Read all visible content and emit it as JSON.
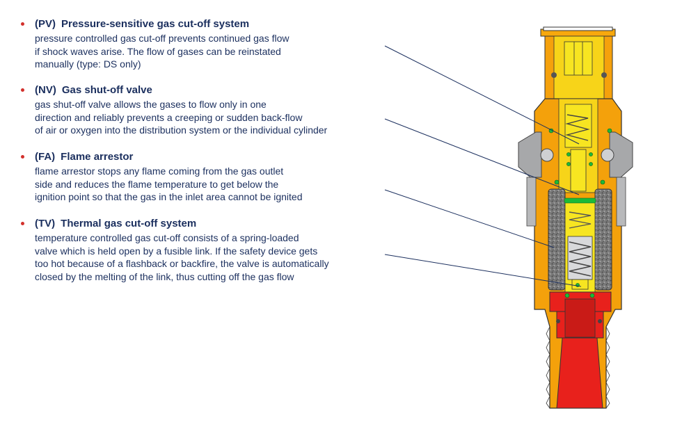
{
  "colors": {
    "text": "#1b2f5e",
    "bullet": "#d2302c",
    "body_orange": "#f4a10b",
    "core_yellow": "#f7ea21",
    "flame_red": "#e8211c",
    "gray": "#a7a8aa",
    "green_seal": "#1cba38"
  },
  "items": [
    {
      "code": "(PV)",
      "title": "Pressure-sensitive gas cut-off system",
      "lines": [
        "pressure controlled gas cut-off prevents continued gas flow",
        "if shock waves arise. The flow of gases can be reinstated",
        "manually (type: DS only)"
      ]
    },
    {
      "code": "(NV)",
      "title": "Gas shut-off valve",
      "lines": [
        "gas shut-off valve allows the gases to flow only in one",
        "direction and reliably prevents a creeping or sudden back-flow",
        "of air or oxygen into the distribution system or the individual cylinder"
      ]
    },
    {
      "code": "(FA)",
      "title": "Flame arrestor",
      "lines": [
        "flame arrestor stops any flame coming from the gas outlet",
        "side and reduces the flame temperature to get below the",
        "ignition point so that the gas in the inlet area cannot be ignited"
      ]
    },
    {
      "code": "(TV)",
      "title": "Thermal gas cut-off system",
      "lines": [
        "temperature controlled gas cut-off consists of a spring-loaded",
        "valve which is held open by a fusible link. If the safety device gets",
        "too hot because of a flashback or backfire, the valve is automatically",
        "closed by the melting of the link, thus cutting off the gas flow"
      ]
    }
  ]
}
